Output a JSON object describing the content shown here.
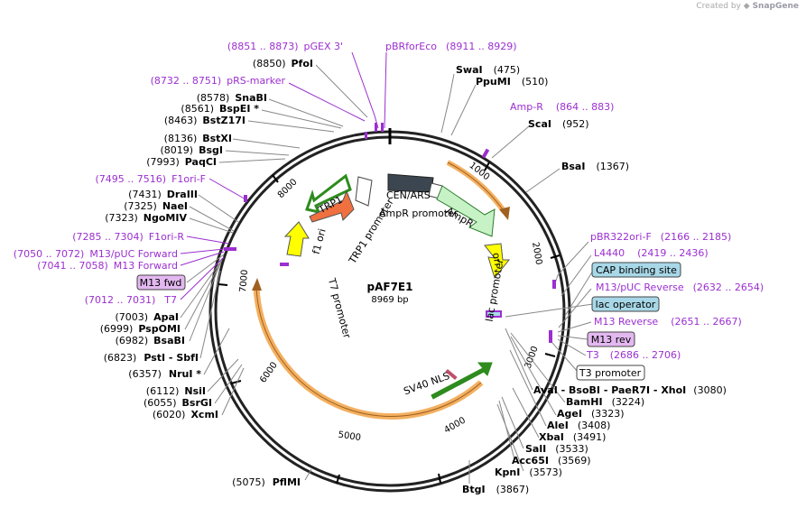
{
  "watermark": {
    "text": "Created by",
    "brand": "SnapGene"
  },
  "plasmid": {
    "name": "pAF7E1",
    "length_label": "8969 bp",
    "length": 8969
  },
  "ticks": [
    "1000",
    "2000",
    "3000",
    "4000",
    "5000",
    "6000",
    "7000",
    "8000"
  ],
  "sites_right": [
    {
      "name": "SwaI",
      "coord": "(475)"
    },
    {
      "name": "PpuMI",
      "coord": "(510)"
    },
    {
      "name": "ScaI",
      "coord": "(952)"
    },
    {
      "name": "BsaI",
      "coord": "(1367)"
    },
    {
      "name": "AvaI - BsoBI - PaeR7I - XhoI",
      "coord": "(3080)"
    },
    {
      "name": "BamHI",
      "coord": "(3224)"
    },
    {
      "name": "AgeI",
      "coord": "(3323)"
    },
    {
      "name": "AleI",
      "coord": "(3408)"
    },
    {
      "name": "XbaI",
      "coord": "(3491)"
    },
    {
      "name": "SalI",
      "coord": "(3533)"
    },
    {
      "name": "Acc65I",
      "coord": "(3569)"
    },
    {
      "name": "KpnI",
      "coord": "(3573)"
    },
    {
      "name": "BtgI",
      "coord": "(3867)"
    }
  ],
  "sites_left": [
    {
      "name": "PfoI",
      "coord": "(8850)"
    },
    {
      "name": "SnaBI",
      "coord": "(8578)"
    },
    {
      "name": "BspEI *",
      "coord": "(8561)"
    },
    {
      "name": "BstZ17I",
      "coord": "(8463)"
    },
    {
      "name": "BstXI",
      "coord": "(8136)"
    },
    {
      "name": "BsgI",
      "coord": "(8019)"
    },
    {
      "name": "PaqCI",
      "coord": "(7993)"
    },
    {
      "name": "DraIII",
      "coord": "(7431)"
    },
    {
      "name": "NaeI",
      "coord": "(7325)"
    },
    {
      "name": "NgoMIV",
      "coord": "(7323)"
    },
    {
      "name": "ApaI",
      "coord": "(7003)"
    },
    {
      "name": "PspOMI",
      "coord": "(6999)"
    },
    {
      "name": "BsaBI",
      "coord": "(6982)"
    },
    {
      "name": "PstI - SbfI",
      "coord": "(6823)"
    },
    {
      "name": "NruI *",
      "coord": "(6357)"
    },
    {
      "name": "NsiI",
      "coord": "(6112)"
    },
    {
      "name": "BsrGI",
      "coord": "(6055)"
    },
    {
      "name": "XcmI",
      "coord": "(6020)"
    },
    {
      "name": "PflMI",
      "coord": "(5075)"
    }
  ],
  "primers": [
    {
      "range": "(8851 .. 8873)",
      "name": "pGEX 3'"
    },
    {
      "range": "(8911 .. 8929)",
      "name": "pBRforEco"
    },
    {
      "range": "(8732 .. 8751)",
      "name": "pRS-marker"
    },
    {
      "range": "(864 .. 883)",
      "name": "Amp-R"
    },
    {
      "range": "(7495 .. 7516)",
      "name": "F1ori-F"
    },
    {
      "range": "(7285 .. 7304)",
      "name": "F1ori-R"
    },
    {
      "range": "(7050 .. 7072)",
      "name": "M13/pUC Forward"
    },
    {
      "range": "(7041 .. 7058)",
      "name": "M13 Forward"
    },
    {
      "range": "(7012 .. 7031)",
      "name": "T7"
    },
    {
      "range": "(2166 .. 2185)",
      "name": "pBR322ori-F"
    },
    {
      "range": "(2419 .. 2436)",
      "name": "L4440"
    },
    {
      "range": "(2632 .. 2654)",
      "name": "M13/pUC Reverse"
    },
    {
      "range": "(2651 .. 2667)",
      "name": "M13 Reverse"
    },
    {
      "range": "(2686 .. 2706)",
      "name": "T3"
    }
  ],
  "boxed": [
    {
      "text": "M13 fwd",
      "kind": "primer-box"
    },
    {
      "text": "CAP binding site",
      "kind": "protein-bind"
    },
    {
      "text": "lac operator",
      "kind": "protein-bind"
    },
    {
      "text": "M13 rev",
      "kind": "primer-box"
    },
    {
      "text": "T3 promoter",
      "kind": "promoter-box"
    }
  ],
  "features_inner": [
    "CEN/ARS",
    "AmpR promoter",
    "AmpR",
    "ori",
    "lac promoter",
    "SV40 NLS",
    "T7 promoter",
    "f1 ori",
    "TRP1 promoter",
    "TRP1"
  ],
  "colors": {
    "primer": "#9b2fd0",
    "ampr_fill": "#c6f2c6",
    "ori_fill": "#ffff00",
    "trp1_fill": "#f07040",
    "cen_fill": "#3c4650",
    "green_arrow": "#2e8b1e",
    "orange_arc": "#f3b060",
    "protein_box": "#a8d8e8",
    "primer_box": "#e3b8f0"
  }
}
